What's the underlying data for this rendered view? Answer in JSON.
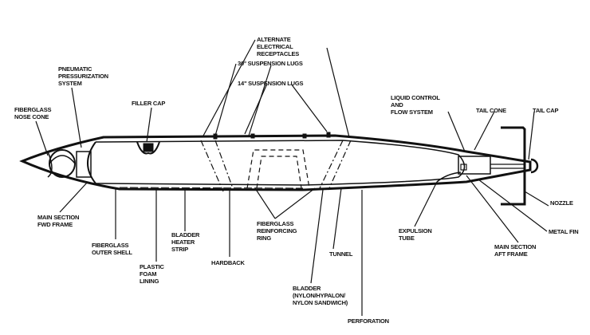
{
  "diagram": {
    "labels": {
      "nose_cone": "FIBERGLASS\nNOSE CONE",
      "pneumatic": "PNEUMATIC\nPRESSURIZATION\nSYSTEM",
      "filler_cap": "FILLER CAP",
      "receptacles": "ALTERNATE\nELECTRICAL\nRECEPTACLES",
      "lugs_30": "30° SUSPENSION LUGS",
      "lugs_14": "14\" SUSPENSION LUGS",
      "liquid_control": "LIQUID CONTROL\nAND\nFLOW SYSTEM",
      "tail_cone": "TAIL CONE",
      "tail_cap": "TAIL CAP",
      "nozzle": "NOZZLE",
      "metal_fin": "METAL FIN",
      "aft_frame": "MAIN SECTION\nAFT FRAME",
      "expulsion_tube": "EXPULSION\nTUBE",
      "tunnel": "TUNNEL",
      "reinforcing_ring": "FIBERGLASS\nREINFORCING\nRING",
      "hardback": "HARDBACK",
      "heater_strip": "BLADDER\nHEATER\nSTRIP",
      "foam_lining": "PLASTIC\nFOAM\nLINING",
      "outer_shell": "FIBERGLASS\nOUTER SHELL",
      "fwd_frame": "MAIN SECTION\nFWD FRAME",
      "bladder": "BLADDER\n(NYLON/HYPALON/\nNYLON SANDWICH)",
      "perforation": "PERFORATION"
    }
  }
}
